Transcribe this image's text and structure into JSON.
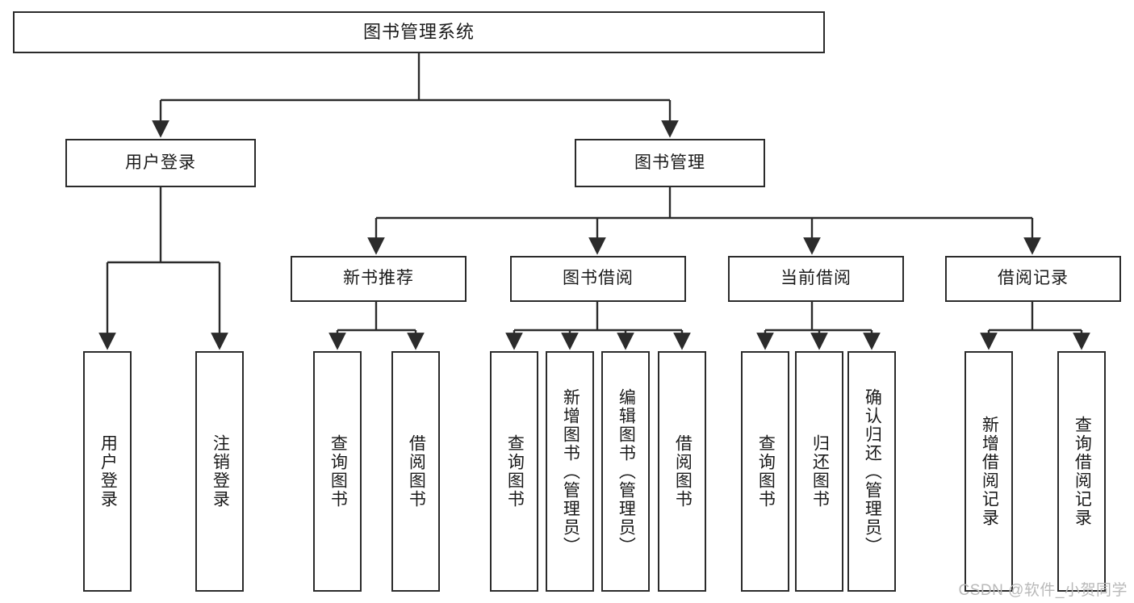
{
  "diagram": {
    "type": "tree-hierarchy",
    "title": "图书管理系统",
    "orientation": "top-down",
    "colors": {
      "box_border": "#2b2b2b",
      "box_fill": "#ffffff",
      "connector": "#2b2b2b",
      "text": "#1a1a1a",
      "watermark": "#b9b9b9",
      "background": "#ffffff"
    }
  },
  "root": {
    "label": "图书管理系统"
  },
  "level2": [
    {
      "label": "用户登录"
    },
    {
      "label": "图书管理"
    }
  ],
  "level3": [
    {
      "label": "新书推荐"
    },
    {
      "label": "图书借阅"
    },
    {
      "label": "当前借阅"
    },
    {
      "label": "借阅记录"
    }
  ],
  "leaves": {
    "user_login": [
      {
        "label": "用户登录"
      },
      {
        "label": "注销登录"
      }
    ],
    "new_book": [
      {
        "label": "查询图书"
      },
      {
        "label": "借阅图书"
      }
    ],
    "book_borrow": [
      {
        "label": "查询图书"
      },
      {
        "label": "新增图书（管理员）"
      },
      {
        "label": "编辑图书（管理员）"
      },
      {
        "label": "借阅图书"
      }
    ],
    "current_borrow": [
      {
        "label": "查询图书"
      },
      {
        "label": "归还图书"
      },
      {
        "label": "确认归还（管理员）"
      }
    ],
    "borrow_record": [
      {
        "label": "新增借阅记录"
      },
      {
        "label": "查询借阅记录"
      }
    ]
  },
  "watermark": {
    "text": "CSDN @软件_小贺同学"
  }
}
